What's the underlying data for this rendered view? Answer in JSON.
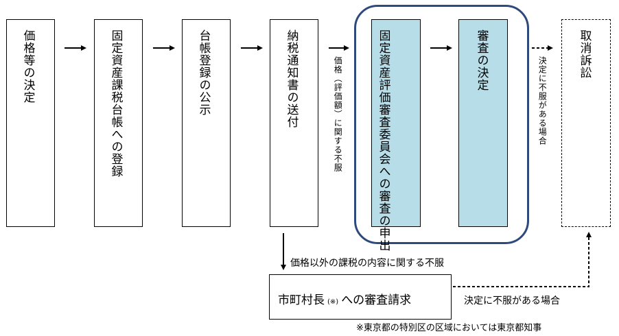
{
  "steps": [
    {
      "id": "price-decision",
      "label": "価格等の決定"
    },
    {
      "id": "tax-ledger-registration",
      "label": "固定資産課税台帳への登録"
    },
    {
      "id": "ledger-public-notice",
      "label": "台帳登録の公示"
    },
    {
      "id": "tax-notice-delivery",
      "label": "納税通知書の送付"
    },
    {
      "id": "review-request",
      "label": "固定資産評価審査委員会への審査の申出"
    },
    {
      "id": "review-decision",
      "label": "審査の決定"
    },
    {
      "id": "lawsuit",
      "label": "取消訴訟"
    }
  ],
  "labels": {
    "price_dispute": "価格（評価額）に関する不服",
    "decision_dispute_vertical": "決定に不服がある場合",
    "non_price_dispute": "価格以外の課税の内容に関する不服",
    "mayor_request_main": "市町村長",
    "mayor_request_mark": "(※)",
    "mayor_request_rest": "への審査請求",
    "decision_dispute_bottom": "決定に不服がある場合",
    "footnote": "※東京都の特別区の区域においては東京都知事"
  },
  "colors": {
    "highlight_fill": "#b7dde8",
    "group_border": "#2e4a7d"
  }
}
